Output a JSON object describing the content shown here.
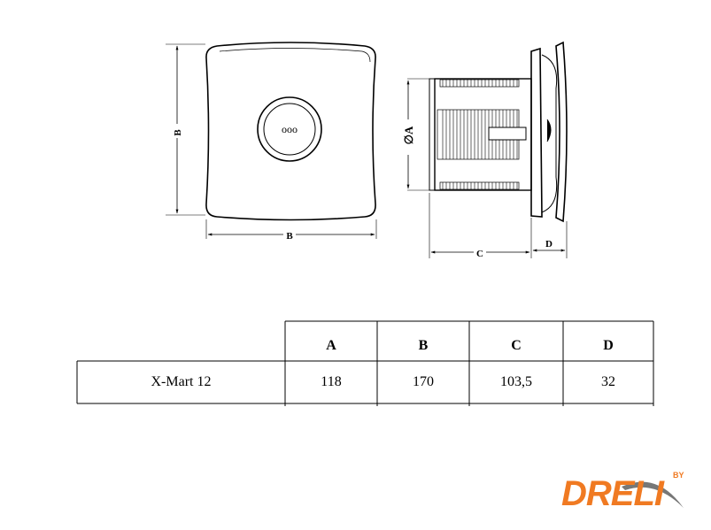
{
  "drawing": {
    "front_view": {
      "dim_vertical": "B",
      "dim_horizontal": "B",
      "center_mark": "ooo"
    },
    "side_view": {
      "dim_diameter": "∅A",
      "dim_depth_body": "C",
      "dim_depth_cover": "D"
    }
  },
  "table": {
    "headers": [
      "A",
      "B",
      "C",
      "D"
    ],
    "rows": [
      {
        "model": "X-Mart 12",
        "values": [
          "118",
          "170",
          "103,5",
          "32"
        ]
      }
    ]
  },
  "logo": {
    "text": "DRELI",
    "by": "BY",
    "colors": {
      "orange": "#f07a22",
      "grey": "#777777"
    }
  }
}
